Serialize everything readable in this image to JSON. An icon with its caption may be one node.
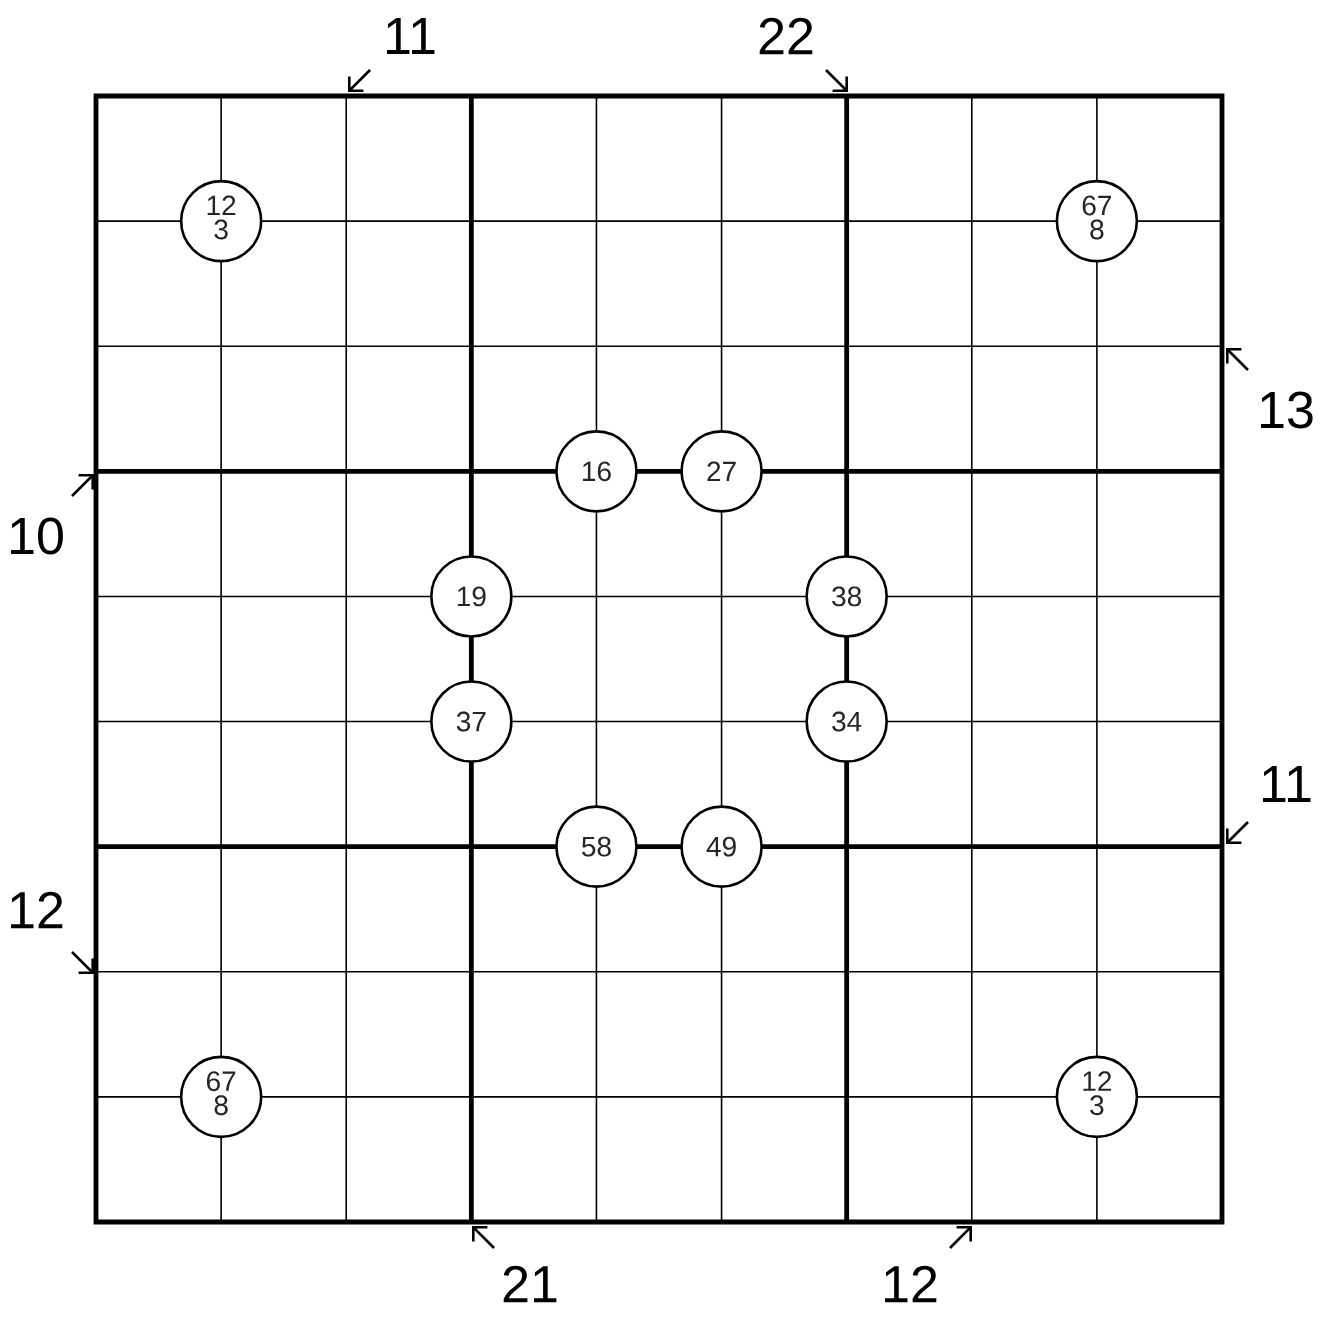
{
  "diagram": {
    "nodes": [
      {
        "text": [
          "12",
          "3"
        ]
      },
      {
        "text": [
          "67",
          "8"
        ]
      },
      {
        "text": [
          "16"
        ]
      },
      {
        "text": [
          "27"
        ]
      },
      {
        "text": [
          "19"
        ]
      },
      {
        "text": [
          "38"
        ]
      },
      {
        "text": [
          "37"
        ]
      },
      {
        "text": [
          "34"
        ]
      },
      {
        "text": [
          "58"
        ]
      },
      {
        "text": [
          "49"
        ]
      },
      {
        "text": [
          "67",
          "8"
        ]
      },
      {
        "text": [
          "12",
          "3"
        ]
      }
    ],
    "labels": [
      "11",
      "22",
      "13",
      "10",
      "11",
      "12",
      "21",
      "12"
    ]
  }
}
